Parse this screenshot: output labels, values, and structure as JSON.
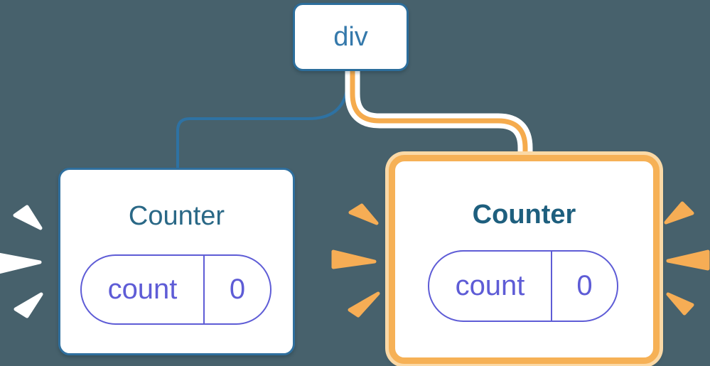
{
  "diagram": {
    "title": "react-state-tree-diagram",
    "root": {
      "label": "div"
    },
    "nodes": [
      {
        "title": "Counter",
        "state_key": "count",
        "state_value": "0",
        "highlighted": false
      },
      {
        "title": "Counter",
        "state_key": "count",
        "state_value": "0",
        "highlighted": true
      }
    ]
  },
  "colors": {
    "background": "#47616C",
    "node_fill": "#FFFFFF",
    "node_border_blue": "#2F6F9E",
    "root_label_blue": "#3579AB",
    "counter_title": "#2A6886",
    "counter_title_highlighted": "#1E5F7E",
    "state_purple": "#5E5CD6",
    "connector_blue": "#2E72A3",
    "connector_orange": "#F5AB4D",
    "connector_casing": "#FFFFFF",
    "highlight_border_orange": "#F6B156",
    "highlight_glow_orange": "#FBD9A6",
    "burst_orange": "#F6AD55",
    "burst_white": "#FFFFFF"
  }
}
